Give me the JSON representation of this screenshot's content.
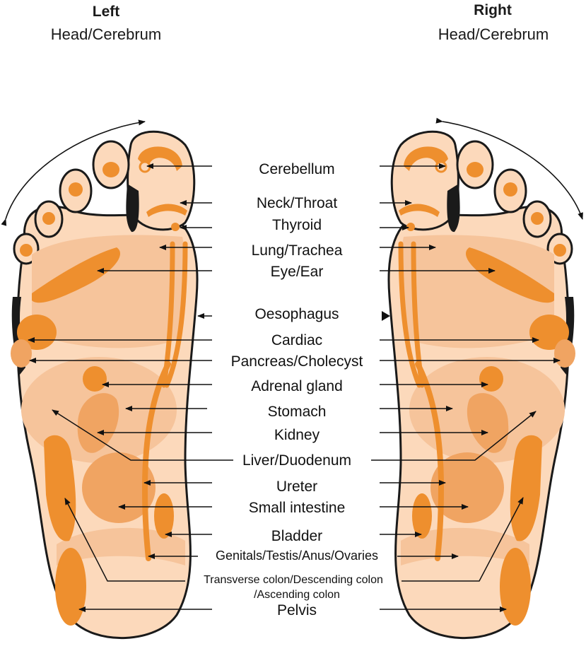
{
  "header": {
    "left_title": "Left",
    "left_subtitle": "Head/Cerebrum",
    "right_title": "Right",
    "right_subtitle": "Head/Cerebrum"
  },
  "labels": {
    "cerebellum": "Cerebellum",
    "neck_throat": "Neck/Throat",
    "thyroid": "Thyroid",
    "lung_trachea": "Lung/Trachea",
    "eye_ear": "Eye/Ear",
    "oesophagus": "Oesophagus",
    "cardiac": "Cardiac",
    "pancreas_cholecyst": "Pancreas/Cholecyst",
    "adrenal_gland": "Adrenal gland",
    "stomach": "Stomach",
    "kidney": "Kidney",
    "liver_duodenum": "Liver/Duodenum",
    "ureter": "Ureter",
    "small_intestine": "Small intestine",
    "bladder": "Bladder",
    "genitals": "Genitals/Testis/Anus/Ovaries",
    "colon_line1": "Transverse colon/Descending colon",
    "colon_line2": "/Ascending colon",
    "pelvis": "Pelvis"
  },
  "colors": {
    "skin": "#fcd9bb",
    "zone_light": "#f6c49b",
    "zone_mid": "#f0a462",
    "zone_dark": "#ee8f2e",
    "accent": "#e8730e",
    "outline": "#1a1a1a"
  }
}
